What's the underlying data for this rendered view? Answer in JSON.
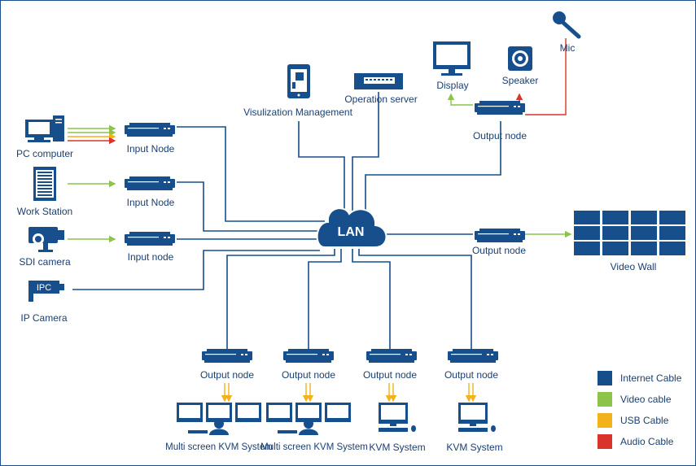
{
  "colors": {
    "internet": "#164e8a",
    "video": "#8cc34b",
    "usb": "#f2b21a",
    "audio": "#d9342b",
    "text": "#1a3f73",
    "device": "#174f8c"
  },
  "hub": {
    "label": "LAN"
  },
  "sources": [
    {
      "label": "PC computer",
      "icon": "pc-computer-icon"
    },
    {
      "label": "Work Station",
      "icon": "workstation-icon"
    },
    {
      "label": "SDI camera",
      "icon": "sdi-camera-icon"
    },
    {
      "label": "IP Camera",
      "icon": "ip-camera-icon",
      "tag": "IPC"
    }
  ],
  "input_nodes": [
    "Input Node",
    "Input Node",
    "Input node"
  ],
  "top_devices": {
    "visualization": "Visulization Management",
    "operation": "Operation server",
    "display": "Display",
    "speaker": "Speaker",
    "mic": "Mic",
    "output_node_top": "Output node"
  },
  "right_side": {
    "output_node": "Output node",
    "video_wall": "Video Wall"
  },
  "bottom_nodes": [
    {
      "node": "Output node",
      "system": "Multi screen KVM System"
    },
    {
      "node": "Output node",
      "system": "Multi screen KVM System"
    },
    {
      "node": "Output node",
      "system": "KVM System"
    },
    {
      "node": "Output node",
      "system": "KVM System"
    }
  ],
  "legend": [
    {
      "label": "Internet Cable",
      "color": "#164e8a"
    },
    {
      "label": "Video cable",
      "color": "#8cc34b"
    },
    {
      "label": "USB Cable",
      "color": "#f2b21a"
    },
    {
      "label": "Audio Cable",
      "color": "#d9342b"
    }
  ]
}
